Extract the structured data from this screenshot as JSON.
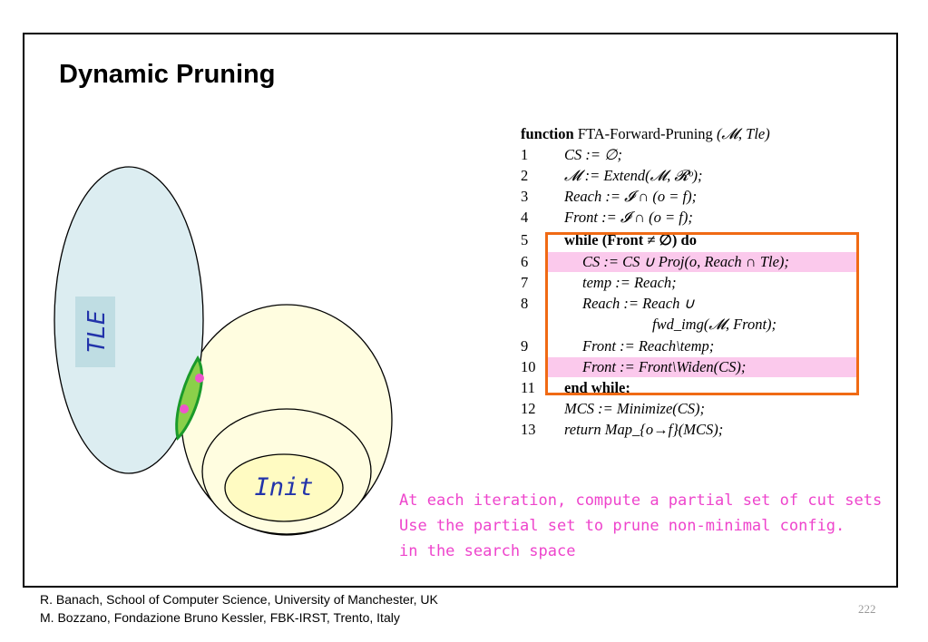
{
  "title": "Dynamic Pruning",
  "diagram": {
    "tle_label": "TLE",
    "init_label": "Init",
    "colors": {
      "tle_fill": "#dcedf1",
      "tle_label_bg": "#bfdde3",
      "tle_label_text": "#2233aa",
      "reach_fill": "#fffde0",
      "init_fill": "#fffbc2",
      "init_text": "#2233aa",
      "overlap_fill": "#8ad04a",
      "overlap_stroke": "#1a9a2a",
      "dot": "#ee55cc"
    }
  },
  "algorithm": {
    "header_keyword": "function",
    "header_name": "FTA-Forward-Pruning",
    "header_args": "(𝓜, Tle)",
    "lines": [
      {
        "num": "1",
        "text": "CS := ∅;"
      },
      {
        "num": "2",
        "text": "𝓜 := Extend(𝓜, 𝓡ᵒ);"
      },
      {
        "num": "3",
        "text": "Reach := 𝓘 ∩ (o = f);"
      },
      {
        "num": "4",
        "text": "Front := 𝓘 ∩ (o = f);"
      },
      {
        "num": "5",
        "text": "while (Front ≠ ∅) do"
      },
      {
        "num": "6",
        "text": "CS := CS ∪ Proj(o, Reach ∩ Tle);"
      },
      {
        "num": "7",
        "text": "temp := Reach;"
      },
      {
        "num": "8",
        "text": "Reach := Reach ∪"
      },
      {
        "num": "",
        "text": "fwd_img(𝓜, Front);"
      },
      {
        "num": "9",
        "text": "Front := Reach\\temp;"
      },
      {
        "num": "10",
        "text": "Front := Front\\Widen(CS);"
      },
      {
        "num": "11",
        "text": "end while;"
      },
      {
        "num": "12",
        "text": "MCS := Minimize(CS);"
      },
      {
        "num": "13",
        "text": "return Map_{o→f}(MCS);"
      }
    ],
    "highlight_color": "#fbc9ec",
    "loop_box_color": "#f06a14"
  },
  "notes": [
    "At each iteration, compute a partial set of cut sets",
    "Use the partial set to prune non-minimal config.",
    "in the search space"
  ],
  "note_color": "#ee44cc",
  "footer": {
    "line1": "R. Banach, School of  Computer Science, University of Manchester, UK",
    "line2": "M. Bozzano, Fondazione Bruno Kessler, FBK-IRST, Trento, Italy"
  },
  "page_number": "222"
}
